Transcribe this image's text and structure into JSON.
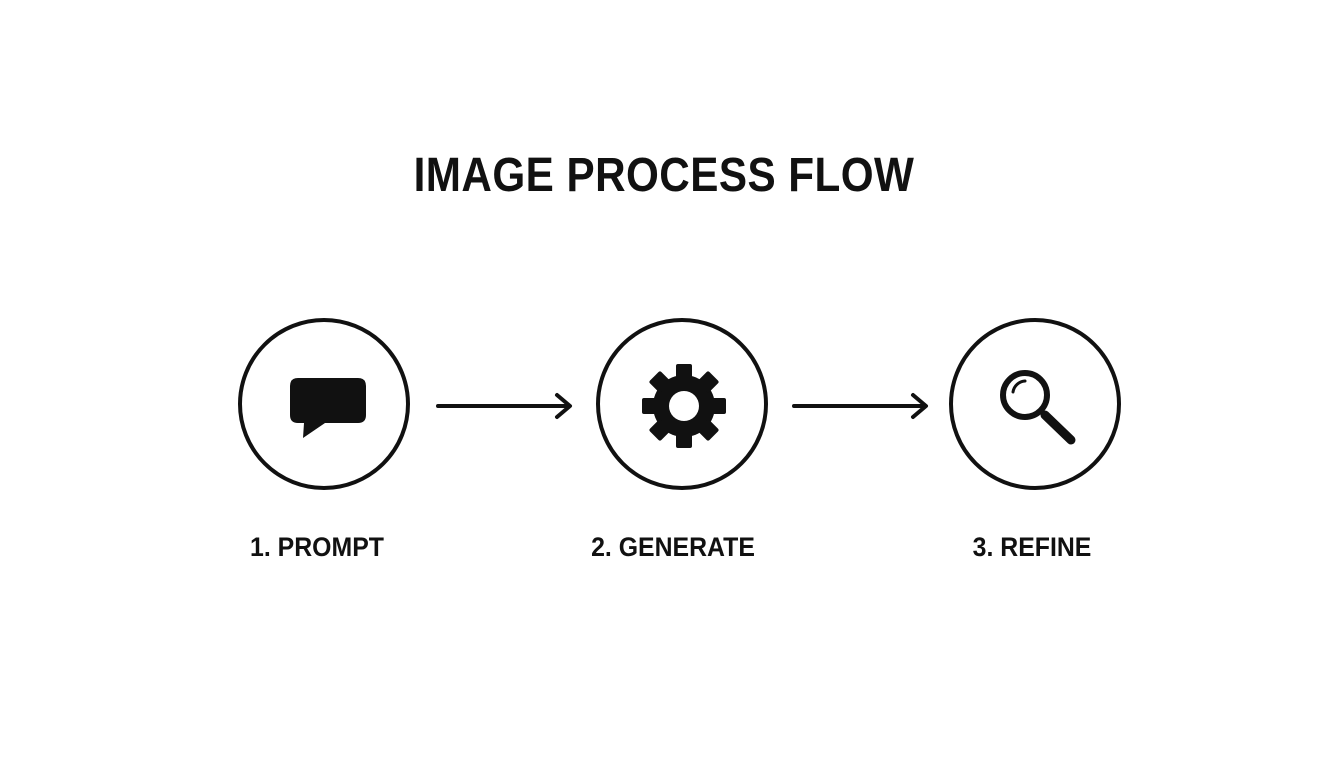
{
  "diagram": {
    "title": "IMAGE PROCESS FLOW",
    "steps": [
      {
        "label": "1. PROMPT",
        "icon": "speech-bubble-icon"
      },
      {
        "label": "2. GENERATE",
        "icon": "gear-icon"
      },
      {
        "label": "3. REFINE",
        "icon": "magnifier-icon"
      }
    ],
    "colors": {
      "stroke": "#111111",
      "background": "#ffffff"
    }
  }
}
